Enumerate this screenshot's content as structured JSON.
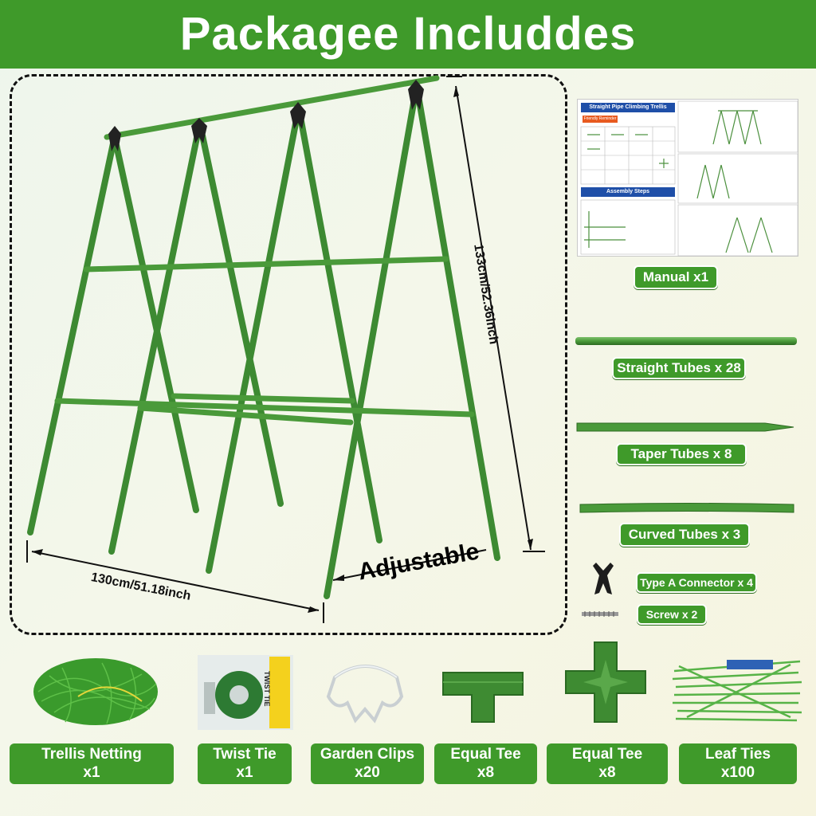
{
  "header": {
    "title": "Packagee  Includdes"
  },
  "main": {
    "height_label": "133cm/52.36inch",
    "width_label": "130cm/51.18inch",
    "adjustable_label": "Adjustable"
  },
  "manual": {
    "title": "Straight Pipe Climbing Trellis",
    "reminder": "Friendly Reminder",
    "assembly": "Assembly Steps",
    "label": "Manual x1"
  },
  "parts": {
    "straight": "Straight Tubes x 28",
    "taper": "Taper Tubes x 8",
    "curved": "Curved Tubes x 3",
    "connector": "Type A Connector x 4",
    "screw": "Screw x 2"
  },
  "bottom_items": [
    {
      "name": "Trellis Netting",
      "qty": "x1"
    },
    {
      "name": "Twist Tie",
      "qty": "x1"
    },
    {
      "name": "Garden Clips",
      "qty": "x20"
    },
    {
      "name": "Equal Tee",
      "qty": "x8"
    },
    {
      "name": "Equal Tee",
      "qty": "x8"
    },
    {
      "name": "Leaf Ties",
      "qty": "x100"
    }
  ],
  "twist_tie_pack": {
    "text": "TWIST TIE"
  },
  "colors": {
    "brand_green": "#3f9a2a",
    "tube_green": "#4a8f3c"
  }
}
